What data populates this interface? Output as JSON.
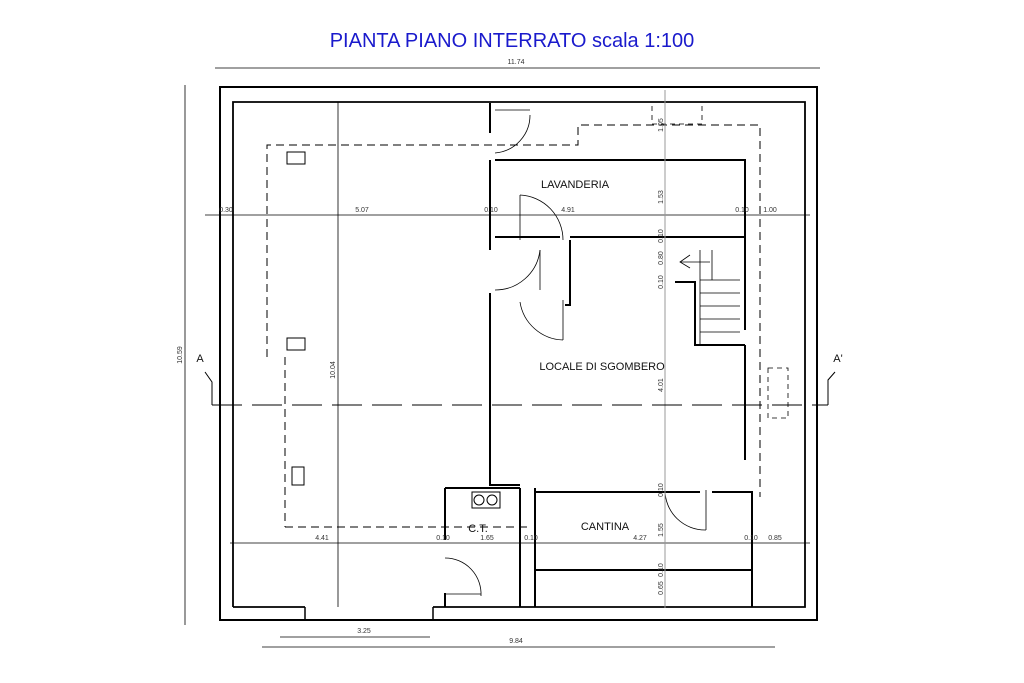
{
  "title": "PIANTA PIANO INTERRATO scala 1:100",
  "rooms": {
    "lavanderia": "LAVANDERIA",
    "locale": "LOCALE DI SGOMBERO",
    "cantina": "CANTINA",
    "ct": "C.T."
  },
  "section": {
    "a": "A",
    "a_prime": "A'"
  },
  "dims": {
    "total_width": "11.74",
    "total_height": "10.59",
    "inner_height": "10.04",
    "bottom_opening": "3.25",
    "bottom_total": "9.84",
    "row_top": [
      "0.30",
      "5.07",
      "0.10",
      "4.91",
      "0.10",
      "1.00"
    ],
    "row_bottom": [
      "4.41",
      "0.10",
      "1.65",
      "0.10",
      "4.27",
      "0.10",
      "0.85"
    ],
    "col_right": [
      "1.05",
      "1.53",
      "0.10",
      "0.80",
      "0.10",
      "4.01",
      "0.10",
      "1.55",
      "0.10",
      "0.65"
    ]
  }
}
